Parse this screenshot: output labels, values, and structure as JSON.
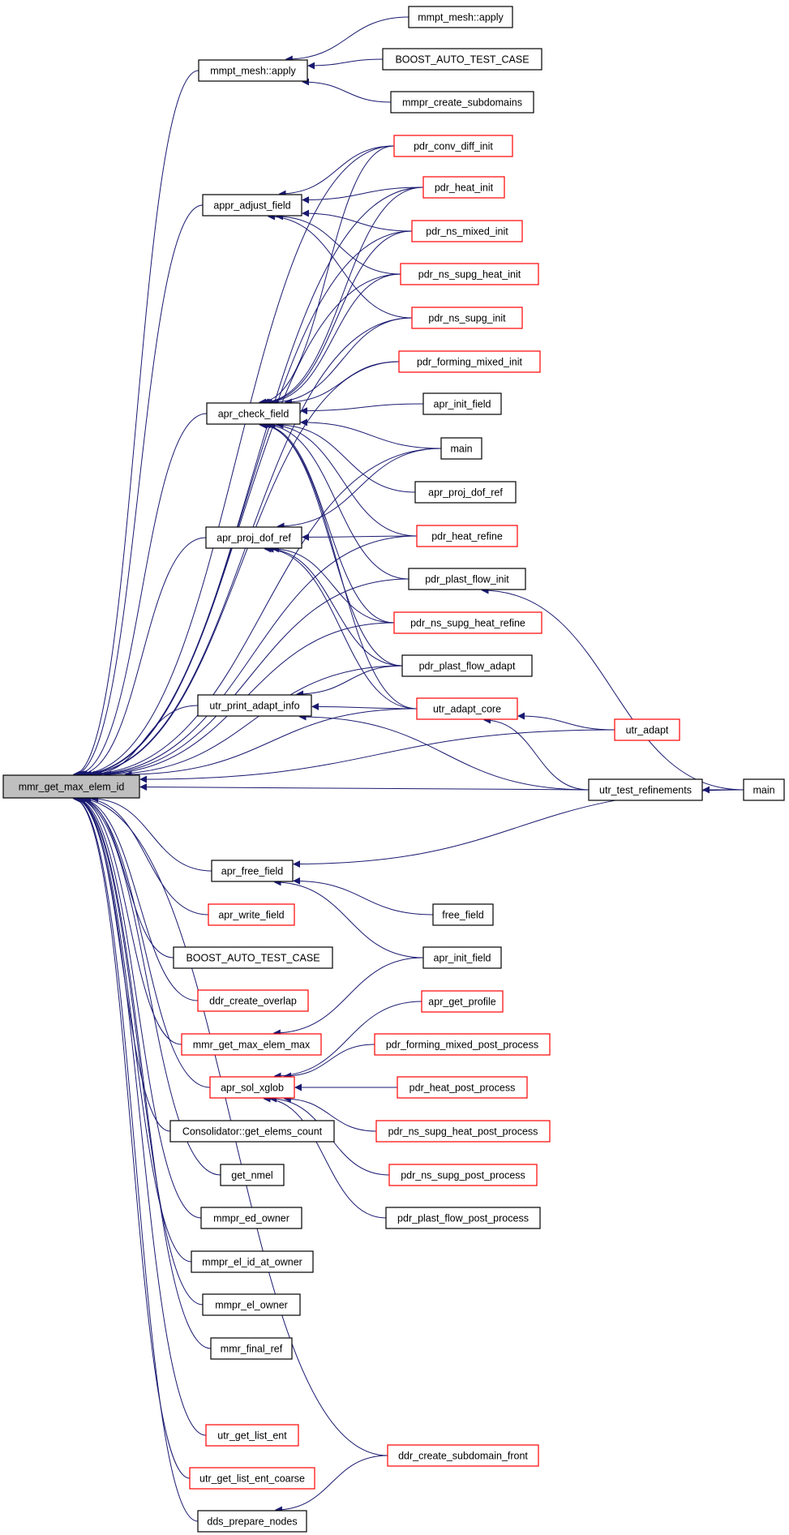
{
  "graph": {
    "root": "mmr_get_max_elem_id",
    "colors": {
      "edge": "#191970",
      "box_normal": "#000000",
      "box_truncated": "#ff0000",
      "root_fill": "#bfbfbf",
      "box_fill": "#ffffff"
    },
    "nodes": {
      "root": {
        "label": "mmr_get_max_elem_id",
        "style": "root"
      },
      "mm_apply": {
        "label": "mmpt_mesh::apply",
        "style": "normal"
      },
      "mm_apply2": {
        "label": "mmpt_mesh::apply",
        "style": "normal"
      },
      "boost1": {
        "label": "BOOST_AUTO_TEST_CASE",
        "style": "normal"
      },
      "mmpr_cs": {
        "label": "mmpr_create_subdomains",
        "style": "normal"
      },
      "pdr_cdi": {
        "label": "pdr_conv_diff_init",
        "style": "truncated"
      },
      "appr_af": {
        "label": "appr_adjust_field",
        "style": "normal"
      },
      "pdr_hi": {
        "label": "pdr_heat_init",
        "style": "truncated"
      },
      "pdr_nmi": {
        "label": "pdr_ns_mixed_init",
        "style": "truncated"
      },
      "pdr_nshi": {
        "label": "pdr_ns_supg_heat_init",
        "style": "truncated"
      },
      "pdr_nsi": {
        "label": "pdr_ns_supg_init",
        "style": "truncated"
      },
      "pdr_fmi": {
        "label": "pdr_forming_mixed_init",
        "style": "truncated"
      },
      "apr_cf": {
        "label": "apr_check_field",
        "style": "normal"
      },
      "apr_if1": {
        "label": "apr_init_field",
        "style": "normal"
      },
      "main1": {
        "label": "main",
        "style": "normal"
      },
      "apr_pdr1": {
        "label": "apr_proj_dof_ref",
        "style": "normal"
      },
      "apr_pdr": {
        "label": "apr_proj_dof_ref",
        "style": "normal"
      },
      "pdr_hr": {
        "label": "pdr_heat_refine",
        "style": "truncated"
      },
      "pdr_pfi": {
        "label": "pdr_plast_flow_init",
        "style": "normal"
      },
      "pdr_nshr": {
        "label": "pdr_ns_supg_heat_refine",
        "style": "truncated"
      },
      "pdr_pfa": {
        "label": "pdr_plast_flow_adapt",
        "style": "normal"
      },
      "utr_pai": {
        "label": "utr_print_adapt_info",
        "style": "normal"
      },
      "utr_ac": {
        "label": "utr_adapt_core",
        "style": "truncated"
      },
      "utr_a": {
        "label": "utr_adapt",
        "style": "truncated"
      },
      "utr_tr": {
        "label": "utr_test_refinements",
        "style": "normal"
      },
      "main2": {
        "label": "main",
        "style": "normal"
      },
      "apr_ff": {
        "label": "apr_free_field",
        "style": "normal"
      },
      "free_f": {
        "label": "free_field",
        "style": "normal"
      },
      "apr_wf": {
        "label": "apr_write_field",
        "style": "truncated"
      },
      "apr_if2": {
        "label": "apr_init_field",
        "style": "normal"
      },
      "boost2": {
        "label": "BOOST_AUTO_TEST_CASE",
        "style": "normal"
      },
      "ddr_co": {
        "label": "ddr_create_overlap",
        "style": "truncated"
      },
      "apr_gp": {
        "label": "apr_get_profile",
        "style": "truncated"
      },
      "mmr_gme": {
        "label": "mmr_get_max_elem_max",
        "style": "truncated"
      },
      "pdr_fmpp": {
        "label": "pdr_forming_mixed_post_process",
        "style": "truncated"
      },
      "apr_sx": {
        "label": "apr_sol_xglob",
        "style": "truncated"
      },
      "pdr_hpp": {
        "label": "pdr_heat_post_process",
        "style": "truncated"
      },
      "cons_gec": {
        "label": "Consolidator::get_elems_count",
        "style": "normal"
      },
      "pdr_nshpp": {
        "label": "pdr_ns_supg_heat_post_process",
        "style": "truncated"
      },
      "pdr_nspp": {
        "label": "pdr_ns_supg_post_process",
        "style": "truncated"
      },
      "get_nmel": {
        "label": "get_nmel",
        "style": "normal"
      },
      "pdr_pfpp": {
        "label": "pdr_plast_flow_post_process",
        "style": "normal"
      },
      "mmpr_eo": {
        "label": "mmpr_ed_owner",
        "style": "normal"
      },
      "mmpr_eiao": {
        "label": "mmpr_el_id_at_owner",
        "style": "normal"
      },
      "mmpr_elo": {
        "label": "mmpr_el_owner",
        "style": "normal"
      },
      "mmr_fr": {
        "label": "mmr_final_ref",
        "style": "normal"
      },
      "utr_gle": {
        "label": "utr_get_list_ent",
        "style": "truncated"
      },
      "ddr_csf": {
        "label": "ddr_create_subdomain_front",
        "style": "truncated"
      },
      "utr_glec": {
        "label": "utr_get_list_ent_coarse",
        "style": "truncated"
      },
      "dds_pn": {
        "label": "dds_prepare_nodes",
        "style": "normal"
      }
    },
    "edges": [
      [
        "mm_apply",
        "root"
      ],
      [
        "appr_af",
        "root"
      ],
      [
        "apr_cf",
        "root"
      ],
      [
        "apr_pdr",
        "root"
      ],
      [
        "utr_pai",
        "root"
      ],
      [
        "apr_ff",
        "root"
      ],
      [
        "apr_wf",
        "root"
      ],
      [
        "boost2",
        "root"
      ],
      [
        "ddr_co",
        "root"
      ],
      [
        "mmr_gme",
        "root"
      ],
      [
        "apr_sx",
        "root"
      ],
      [
        "cons_gec",
        "root"
      ],
      [
        "get_nmel",
        "root"
      ],
      [
        "mmpr_eo",
        "root"
      ],
      [
        "mmpr_eiao",
        "root"
      ],
      [
        "mmpr_elo",
        "root"
      ],
      [
        "mmr_fr",
        "root"
      ],
      [
        "utr_gle",
        "root"
      ],
      [
        "utr_glec",
        "root"
      ],
      [
        "dds_pn",
        "root"
      ],
      [
        "pdr_cdi",
        "root"
      ],
      [
        "pdr_hi",
        "root"
      ],
      [
        "pdr_nmi",
        "root"
      ],
      [
        "pdr_nshi",
        "root"
      ],
      [
        "pdr_nsi",
        "root"
      ],
      [
        "pdr_fmi",
        "root"
      ],
      [
        "main1",
        "root"
      ],
      [
        "pdr_hr",
        "root"
      ],
      [
        "pdr_pfi",
        "root"
      ],
      [
        "pdr_nshr",
        "root"
      ],
      [
        "pdr_pfa",
        "root"
      ],
      [
        "utr_ac",
        "root"
      ],
      [
        "utr_a",
        "root"
      ],
      [
        "utr_tr",
        "root"
      ],
      [
        "ddr_csf",
        "root"
      ],
      [
        "mm_apply2",
        "mm_apply"
      ],
      [
        "boost1",
        "mm_apply"
      ],
      [
        "mmpr_cs",
        "mm_apply"
      ],
      [
        "pdr_cdi",
        "appr_af"
      ],
      [
        "pdr_hi",
        "appr_af"
      ],
      [
        "pdr_nmi",
        "appr_af"
      ],
      [
        "pdr_nshi",
        "appr_af"
      ],
      [
        "pdr_nsi",
        "appr_af"
      ],
      [
        "pdr_cdi",
        "apr_cf"
      ],
      [
        "pdr_hi",
        "apr_cf"
      ],
      [
        "pdr_nmi",
        "apr_cf"
      ],
      [
        "pdr_nshi",
        "apr_cf"
      ],
      [
        "pdr_nsi",
        "apr_cf"
      ],
      [
        "pdr_fmi",
        "apr_cf"
      ],
      [
        "apr_if1",
        "apr_cf"
      ],
      [
        "main1",
        "apr_cf"
      ],
      [
        "apr_pdr1",
        "apr_cf"
      ],
      [
        "pdr_hr",
        "apr_cf"
      ],
      [
        "pdr_pfi",
        "apr_cf"
      ],
      [
        "pdr_nshr",
        "apr_cf"
      ],
      [
        "pdr_pfa",
        "apr_cf"
      ],
      [
        "utr_ac",
        "apr_cf"
      ],
      [
        "main1",
        "apr_pdr"
      ],
      [
        "pdr_hr",
        "apr_pdr"
      ],
      [
        "pdr_nshr",
        "apr_pdr"
      ],
      [
        "pdr_pfa",
        "apr_pdr"
      ],
      [
        "utr_ac",
        "apr_pdr"
      ],
      [
        "pdr_pfa",
        "utr_pai"
      ],
      [
        "utr_ac",
        "utr_pai"
      ],
      [
        "utr_tr",
        "utr_pai"
      ],
      [
        "utr_a",
        "utr_ac"
      ],
      [
        "utr_tr",
        "utr_ac"
      ],
      [
        "main2",
        "utr_tr"
      ],
      [
        "main2",
        "pdr_pfi"
      ],
      [
        "main2",
        "apr_ff"
      ],
      [
        "free_f",
        "apr_ff"
      ],
      [
        "apr_if2",
        "apr_ff"
      ],
      [
        "apr_if2",
        "mmr_gme"
      ],
      [
        "apr_gp",
        "apr_sx"
      ],
      [
        "pdr_fmpp",
        "apr_sx"
      ],
      [
        "pdr_hpp",
        "apr_sx"
      ],
      [
        "pdr_nshpp",
        "apr_sx"
      ],
      [
        "pdr_nspp",
        "apr_sx"
      ],
      [
        "pdr_pfpp",
        "apr_sx"
      ],
      [
        "ddr_csf",
        "dds_pn"
      ]
    ]
  }
}
